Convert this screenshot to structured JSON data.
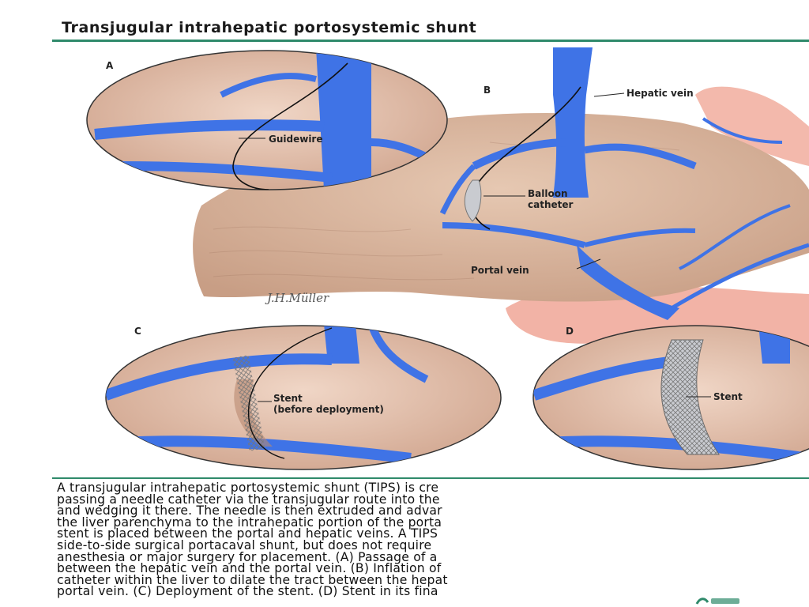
{
  "title": "Transjugular intrahepatic portosystemic shunt",
  "panels": {
    "a": {
      "letter": "A",
      "label": "Guidewire"
    },
    "b": {
      "letter": "B",
      "hepatic_vein": "Hepatic vein",
      "balloon_line1": "Balloon",
      "balloon_line2": "catheter",
      "portal_vein": "Portal vein"
    },
    "c": {
      "letter": "C",
      "stent_line1": "Stent",
      "stent_line2": "(before deployment)"
    },
    "d": {
      "letter": "D",
      "stent": "Stent"
    }
  },
  "signature": "J.H.Müller",
  "caption_lines": [
    "A transjugular intrahepatic portosystemic shunt (TIPS) is cre",
    "passing a needle catheter via the transjugular route into the",
    "and wedging it there. The needle is then extruded and advar",
    "the liver parenchyma to the intrahepatic portion of the porta",
    "stent is placed between the portal and hepatic veins. A TIPS",
    "side-to-side surgical portacaval shunt, but does not require",
    "anesthesia or major surgery for placement. (A) Passage of a",
    "between the hepatic vein and the portal vein. (B) Inflation of",
    "catheter within the liver to dilate the tract between the hepat",
    "portal vein. (C) Deployment of the stent. (D) Stent in its fina"
  ],
  "colors": {
    "accent_rule": "#2f8a6b",
    "vein_blue": "#3f73e6",
    "liver_tan": "#d9b8a0",
    "stomach_pink": "#f2b3a6"
  },
  "icons": {
    "logo": "uptodate-logo-icon"
  }
}
